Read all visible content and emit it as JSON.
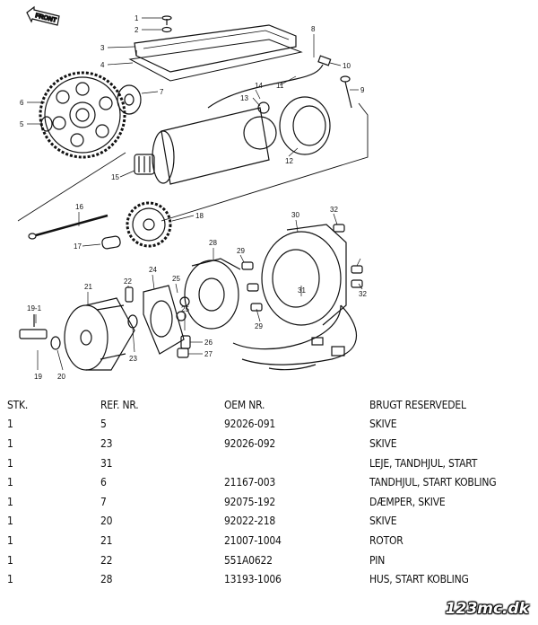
{
  "diagram": {
    "front_label": "FRONT",
    "callouts": [
      "1",
      "2",
      "3",
      "4",
      "5",
      "6",
      "7",
      "8",
      "9",
      "10",
      "11",
      "12",
      "13",
      "14",
      "15",
      "16",
      "17",
      "18",
      "19",
      "19-1",
      "20",
      "21",
      "22",
      "23",
      "24",
      "25",
      "25",
      "26",
      "27",
      "28",
      "29",
      "29",
      "30",
      "31",
      "32",
      "32"
    ]
  },
  "table": {
    "headers": [
      "STK.",
      "REF. NR.",
      "OEM NR.",
      "BRUGT RESERVEDEL"
    ],
    "rows": [
      [
        "1",
        "5",
        "92026-091",
        "SKIVE"
      ],
      [
        "1",
        "23",
        "92026-092",
        "SKIVE"
      ],
      [
        "1",
        "31",
        "",
        "LEJE, TANDHJUL, START"
      ],
      [
        "1",
        "6",
        "21167-003",
        "TANDHJUL, START KOBLING"
      ],
      [
        "1",
        "7",
        "92075-192",
        "DÆMPER, SKIVE"
      ],
      [
        "1",
        "20",
        "92022-218",
        "SKIVE"
      ],
      [
        "1",
        "21",
        "21007-1004",
        "ROTOR"
      ],
      [
        "1",
        "22",
        "551A0622",
        "PIN"
      ],
      [
        "1",
        "28",
        "13193-1006",
        "HUS, START KOBLING"
      ]
    ]
  },
  "watermark": "123mc.dk"
}
